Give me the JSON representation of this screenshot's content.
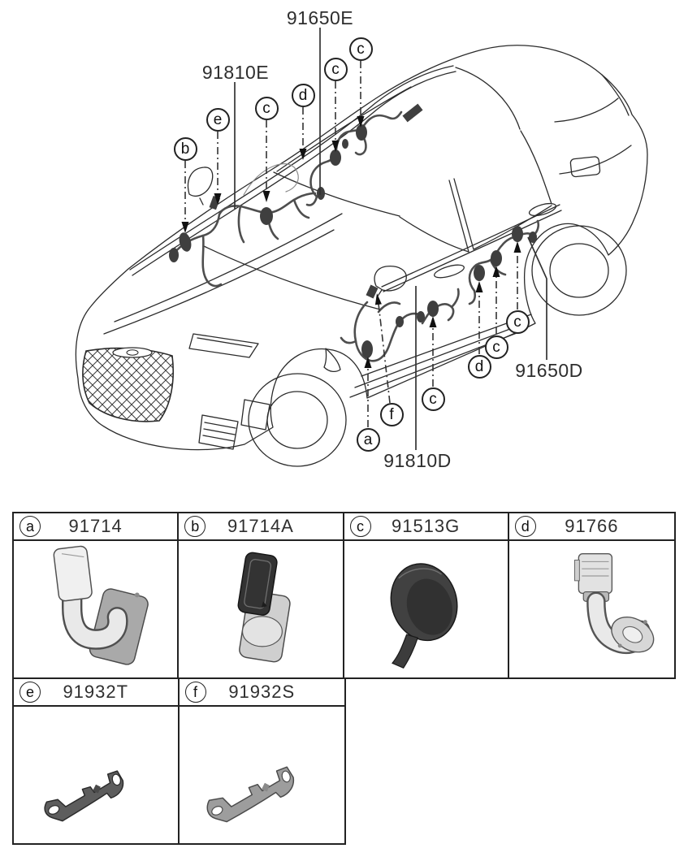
{
  "page": {
    "background_color": "#ffffff",
    "line_color": "#2b2b2b",
    "harness_color": "#4e4e4e"
  },
  "diagram": {
    "part_labels": [
      {
        "text": "91650E"
      },
      {
        "text": "91810E"
      },
      {
        "text": "91650D"
      },
      {
        "text": "91810D"
      }
    ],
    "callouts": [
      {
        "letter": "b"
      },
      {
        "letter": "e"
      },
      {
        "letter": "c"
      },
      {
        "letter": "d"
      },
      {
        "letter": "c"
      },
      {
        "letter": "c"
      },
      {
        "letter": "a"
      },
      {
        "letter": "f"
      },
      {
        "letter": "c"
      },
      {
        "letter": "d"
      },
      {
        "letter": "c"
      },
      {
        "letter": "c"
      }
    ]
  },
  "table": {
    "cells": [
      {
        "letter": "a",
        "part_number": "91714"
      },
      {
        "letter": "b",
        "part_number": "91714A"
      },
      {
        "letter": "c",
        "part_number": "91513G"
      },
      {
        "letter": "d",
        "part_number": "91766"
      },
      {
        "letter": "e",
        "part_number": "91932T"
      },
      {
        "letter": "f",
        "part_number": "91932S"
      }
    ]
  }
}
